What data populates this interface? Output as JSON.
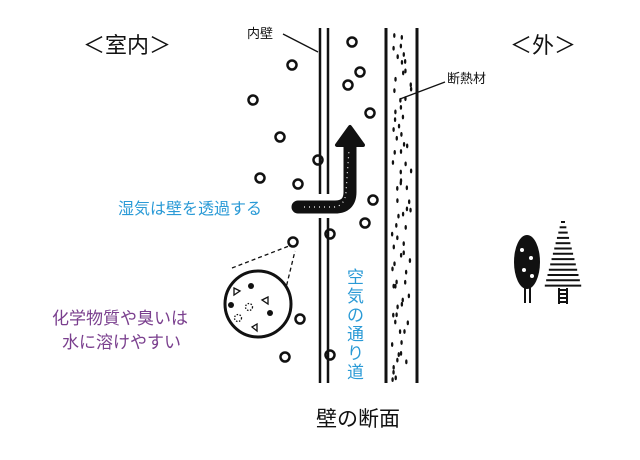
{
  "labels": {
    "indoor": "＜室内＞",
    "outdoor": "＜外＞",
    "inner_wall": "内壁",
    "insulation": "断熱材",
    "moisture": "湿気は壁を透過する",
    "air_path": [
      "空",
      "気",
      "の",
      "通",
      "り",
      "道"
    ],
    "chemicals_line1": "化学物質や臭いは",
    "chemicals_line2": "水に溶けやすい",
    "caption": "壁の断面"
  },
  "colors": {
    "blue": "#2a9ad6",
    "purple": "#7a3f8e",
    "ink": "#111111"
  }
}
